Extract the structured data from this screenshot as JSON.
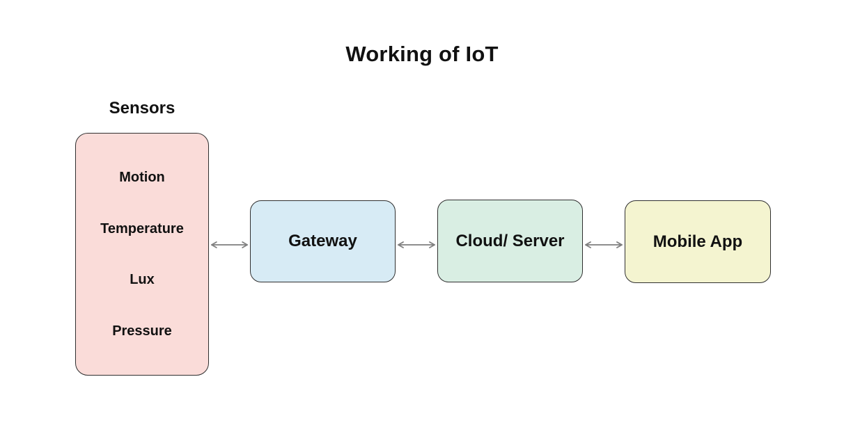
{
  "title": "Working of IoT",
  "diagram": {
    "sensors_group": {
      "label": "Sensors",
      "items": [
        "Motion",
        "Temperature",
        "Lux",
        "Pressure"
      ]
    },
    "nodes": [
      {
        "id": "gateway",
        "label": "Gateway"
      },
      {
        "id": "cloud-server",
        "label": "Cloud/ Server"
      },
      {
        "id": "mobile-app",
        "label": "Mobile App"
      }
    ],
    "connections": [
      {
        "from": "Sensors",
        "to": "Gateway",
        "type": "bidirectional"
      },
      {
        "from": "Gateway",
        "to": "Cloud/ Server",
        "type": "bidirectional"
      },
      {
        "from": "Cloud/ Server",
        "to": "Mobile App",
        "type": "bidirectional"
      }
    ]
  },
  "colors": {
    "background": "#ffffff",
    "text": "#111111",
    "node_border": "#2f2f2f",
    "arrow": "#7f7f7f",
    "sensors_fill": "#fadcd9",
    "gateway_fill": "#d7ebf5",
    "cloud_fill": "#d9eee3",
    "mobile_fill": "#f4f4d0"
  }
}
